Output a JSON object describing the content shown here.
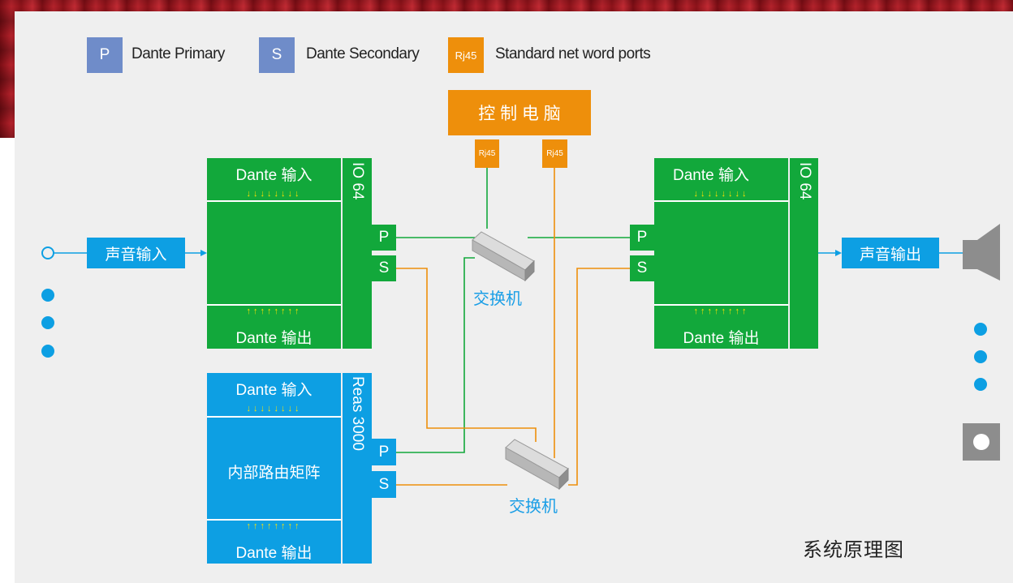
{
  "legend": {
    "primary": {
      "badge": "P",
      "label": "Dante Primary"
    },
    "secondary": {
      "badge": "S",
      "label": "Dante Secondary"
    },
    "rj45": {
      "badge": "Rj45",
      "label": "Standard net word ports"
    }
  },
  "control_pc": {
    "label": "控 制 电 脑",
    "port_left": "Rj45",
    "port_right": "Rj45"
  },
  "io64_left": {
    "name": "IO 64",
    "dante_in": "Dante 输入",
    "dante_out": "Dante 输出",
    "p": "P",
    "s": "S"
  },
  "io64_right": {
    "name": "IO 64",
    "dante_in": "Dante 输入",
    "dante_out": "Dante 输出",
    "p": "P",
    "s": "S"
  },
  "reas": {
    "name": "Reas 3000",
    "dante_in": "Dante 输入",
    "matrix": "内部路由矩阵",
    "dante_out": "Dante 输出",
    "p": "P",
    "s": "S"
  },
  "sound_in": "声音输入",
  "sound_out": "声音输出",
  "switch_top": "交换机",
  "switch_bottom": "交换机",
  "arrows_down": "↓↓↓↓↓↓↓↓",
  "arrows_up": "↑↑↑↑↑↑↑↑",
  "caption": "系统原理图",
  "colors": {
    "green": "#12a83b",
    "blue": "#0d9fe3",
    "orange": "#ee8f0b",
    "legend_blue": "#6f8cc9"
  }
}
